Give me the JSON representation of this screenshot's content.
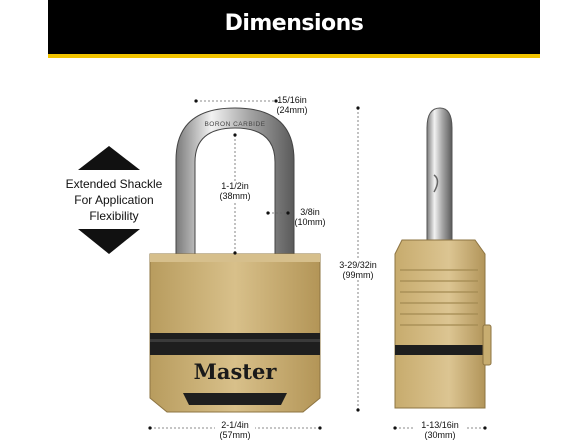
{
  "header": {
    "title": "Dimensions"
  },
  "feature": {
    "line1": "Extended Shackle",
    "line2": "For Application",
    "line3": "Flexibility"
  },
  "lock": {
    "brand": "Master",
    "shackle_engraving": "BORON CARBIDE"
  },
  "dimensions": {
    "shackle_width": {
      "imperial": "15/16in",
      "metric": "(24mm)"
    },
    "shackle_clearance": {
      "imperial": "1-1/2in",
      "metric": "(38mm)"
    },
    "shackle_diameter": {
      "imperial": "3/8in",
      "metric": "(10mm)"
    },
    "overall_height": {
      "imperial": "3-29/32in",
      "metric": "(99mm)"
    },
    "body_width": {
      "imperial": "2-1/4in",
      "metric": "(57mm)"
    },
    "body_depth": {
      "imperial": "1-13/16in",
      "metric": "(30mm)"
    }
  },
  "colors": {
    "header_bg": "#000000",
    "accent": "#f2c400",
    "brass": "#c9ad6e",
    "dark_band": "#1e1e1e"
  }
}
